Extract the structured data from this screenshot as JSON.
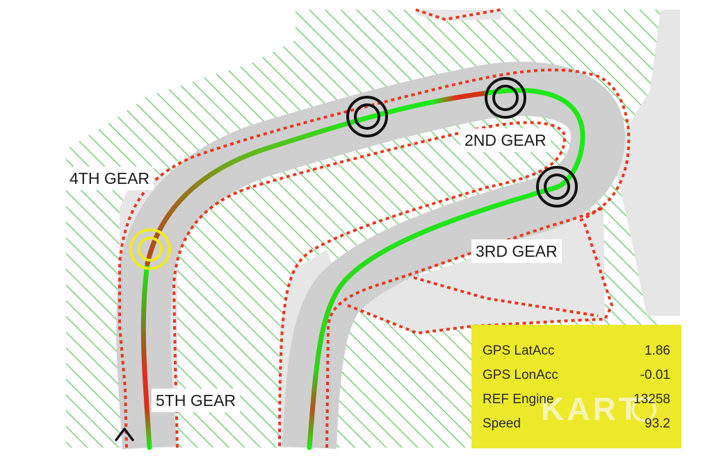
{
  "labels": {
    "gear4": "4TH GEAR",
    "gear2": "2ND GEAR",
    "gear3": "3RD GEAR",
    "gear5": "5TH GEAR"
  },
  "panel": {
    "background": "#ece92a",
    "rows": [
      {
        "label": "GPS LatAcc",
        "value": "1.86"
      },
      {
        "label": "GPS LonAcc",
        "value": "-0.01"
      },
      {
        "label": "REF Engine",
        "value": "13258"
      },
      {
        "label": "Speed",
        "value": "93.2"
      }
    ],
    "watermark": "KART",
    "watermark_color": "#f6f4b4"
  },
  "markers": [
    {
      "name": "marker-apex-1",
      "color": "#111111"
    },
    {
      "name": "marker-apex-2",
      "color": "#111111"
    },
    {
      "name": "marker-apex-3",
      "color": "#111111"
    },
    {
      "name": "marker-current-position",
      "color": "#f0ea1e"
    }
  ],
  "colors": {
    "track": "#cfcfcf",
    "runoff": "#e6e6e6",
    "grass_hatch": "#7cc97f",
    "kerb": "#e8381f",
    "fast": "#1fe81a",
    "slow": "#e62a1a"
  },
  "icons": {
    "direction": "caret-up-icon"
  }
}
